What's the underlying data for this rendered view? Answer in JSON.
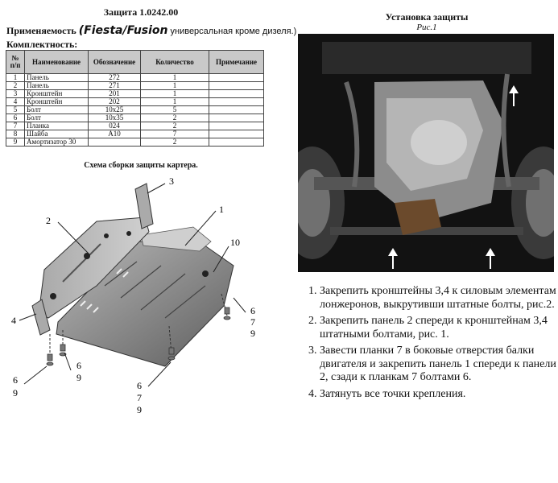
{
  "header": {
    "title": "Защита 1.0242.00",
    "applicability_label": "Применяемость",
    "applicability_models": "(Fiesta/Fusion",
    "applicability_note": "универсальная кроме дизеля.)",
    "completeness_label": "Комплектность:"
  },
  "table": {
    "headers": [
      "№ п/п",
      "Наименование",
      "Обозначение",
      "Количество",
      "Примечание"
    ],
    "rows": [
      [
        "1",
        "Панель",
        "272",
        "1",
        ""
      ],
      [
        "2",
        "Панель",
        "271",
        "1",
        ""
      ],
      [
        "3",
        "Кронштейн",
        "201",
        "1",
        ""
      ],
      [
        "4",
        "Кронштейн",
        "202",
        "1",
        ""
      ],
      [
        "5",
        "Болт",
        "10х25",
        "5",
        ""
      ],
      [
        "6",
        "Болт",
        "10х35",
        "2",
        ""
      ],
      [
        "7",
        "Планка",
        "024",
        "2",
        ""
      ],
      [
        "8",
        "Шайба",
        "А10",
        "7",
        ""
      ],
      [
        "9",
        "Амортизатор 30",
        "",
        "2",
        ""
      ]
    ]
  },
  "scheme": {
    "title": "Схема сборки защиты картера.",
    "labels": {
      "l1": "1",
      "l2": "2",
      "l3": "3",
      "l4": "4",
      "l10": "10",
      "r6": "6",
      "r7": "7",
      "r9": "9",
      "bl6": "6",
      "bl9": "9",
      "bm6": "6",
      "bm9": "9",
      "bb6": "6",
      "bb7": "7",
      "bb9": "9"
    }
  },
  "installation": {
    "title": "Установка защиты",
    "figure": "Рис.1",
    "steps": [
      "Закрепить кронштейны 3,4 к силовым элементам лонжеронов, выкрутивши штатные болты, рис.2.",
      "Закрепить панель 2 спереди к кронштейнам 3,4 штатными болтами, рис. 1.",
      "Завести планки 7 в боковые отверстия балки двигателя и закрепить панель 1 спереди к панели 2, сзади к планкам 7 болтами 6.",
      "Затянуть все точки крепления."
    ]
  }
}
